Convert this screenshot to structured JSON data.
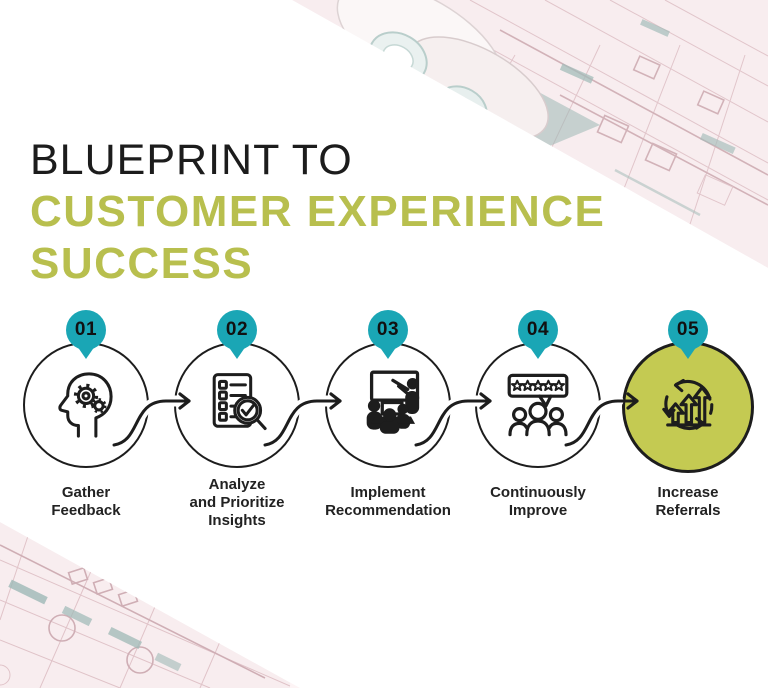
{
  "title": {
    "line1": "BLUEPRINT TO",
    "line2": "CUSTOMER EXPERIENCE",
    "line3": "SUCCESS"
  },
  "steps": [
    {
      "number": "01",
      "icon": "head-with-gears-icon",
      "lines": [
        "Gather",
        "Feedback"
      ]
    },
    {
      "number": "02",
      "icon": "checklist-magnifier-icon",
      "lines": [
        "Analyze",
        "and Prioritize",
        "Insights"
      ]
    },
    {
      "number": "03",
      "icon": "team-presentation-icon",
      "lines": [
        "Implement",
        "Recommendation"
      ]
    },
    {
      "number": "04",
      "icon": "five-star-review-icon",
      "lines": [
        "Continuously",
        "Improve"
      ]
    },
    {
      "number": "05",
      "icon": "growth-arrows-icon",
      "lines": [
        "Increase",
        "Referrals"
      ]
    }
  ],
  "colors": {
    "accent_teal": "#1aa6b5",
    "accent_green": "#b8bf4e",
    "step5_fill": "#c4ca52",
    "title_black": "#1c1c1c",
    "ink": "#1d1d1d",
    "label_ink": "#222222",
    "blueprint_pink": "#f8edef",
    "blueprint_line": "#dcbcc2",
    "blueprint_teal": "#8fb0ac"
  }
}
